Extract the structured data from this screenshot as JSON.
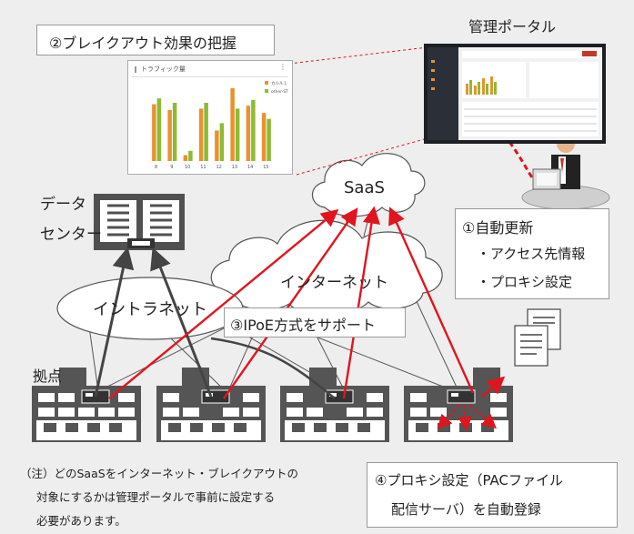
{
  "labels": {
    "breakout_title": "②ブレイクアウト効果の把握",
    "portal": "管理ポータル",
    "datacenter_line1": "データ",
    "datacenter_line2": "センター",
    "saas": "SaaS",
    "internet": "インターネット",
    "intranet": "イントラネット",
    "ipoe": "③IPoE方式をサポート",
    "sites": "拠点",
    "auto_update_title": "①自動更新",
    "auto_update_item1": "・アクセス先情報",
    "auto_update_item2": "・プロキシ設定",
    "proxy_reg_line1": "④プロキシ設定（PACファイル",
    "proxy_reg_line2": "配信サーバ）を自動登録",
    "note_line1": "（注）どのSaaSをインターネット・ブレイクアウトの",
    "note_line2": "対象にするかは管理ポータルで事前に設定する",
    "note_line3": "必要があります。"
  },
  "traffic_chart": {
    "title": "トラフィック量",
    "type": "bar",
    "categories": [
      "8",
      "9",
      "10",
      "11",
      "12",
      "13",
      "14",
      "15"
    ],
    "series": [
      {
        "name": "カルル１",
        "color": "#e8922e",
        "values": [
          78,
          70,
          8,
          72,
          42,
          100,
          76,
          66
        ]
      },
      {
        "name": "other-ST",
        "color": "#8dbb35",
        "values": [
          86,
          80,
          14,
          80,
          52,
          72,
          84,
          58
        ]
      }
    ]
  },
  "colors": {
    "red": "#e0151e",
    "dark": "#444444",
    "line": "#555555"
  }
}
